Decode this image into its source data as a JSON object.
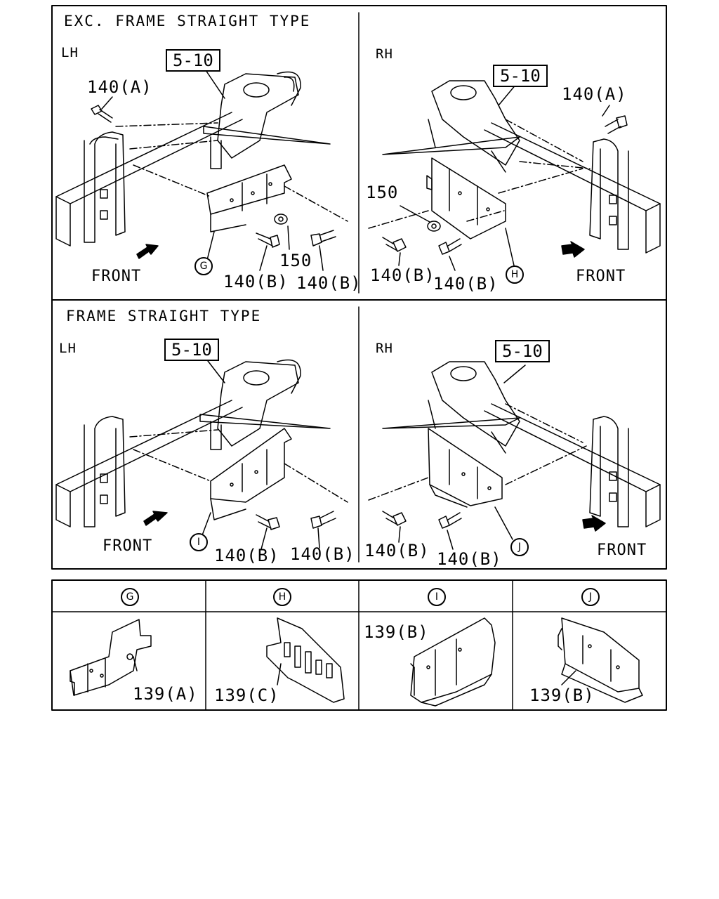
{
  "sections": {
    "top_title": "EXC. FRAME STRAIGHT TYPE",
    "bottom_title": "FRAME STRAIGHT TYPE",
    "lh": "LH",
    "rh": "RH"
  },
  "refs": {
    "ref_510": "5-10",
    "p140a": "140(A)",
    "p140b": "140(B)",
    "p150": "150",
    "front": "FRONT"
  },
  "callouts": {
    "g": "G",
    "h": "H",
    "i": "I",
    "j": "J"
  },
  "parts": {
    "p139a": "139(A)",
    "p139b": "139(B)",
    "p139c": "139(C)"
  }
}
